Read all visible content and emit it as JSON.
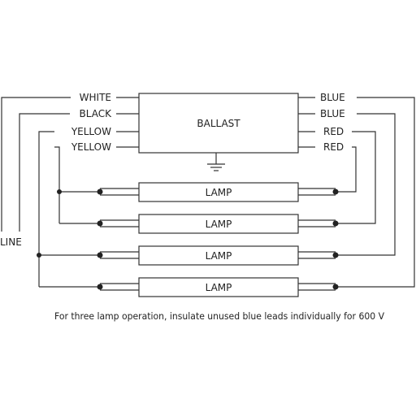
{
  "diagram": {
    "ballast": {
      "label": "BALLAST"
    },
    "left_leads": [
      {
        "label": "WHITE"
      },
      {
        "label": "BLACK"
      },
      {
        "label": "YELLOW"
      },
      {
        "label": "YELLOW"
      }
    ],
    "right_leads": [
      {
        "label": "BLUE"
      },
      {
        "label": "BLUE"
      },
      {
        "label": "RED"
      },
      {
        "label": "RED"
      }
    ],
    "lamps": [
      {
        "label": "LAMP"
      },
      {
        "label": "LAMP"
      },
      {
        "label": "LAMP"
      },
      {
        "label": "LAMP"
      }
    ],
    "line_label": "LINE",
    "note": "For three lamp operation, insulate unused blue leads individually for 600 V",
    "colors": {
      "stroke": "#333333",
      "background": "#ffffff"
    }
  }
}
